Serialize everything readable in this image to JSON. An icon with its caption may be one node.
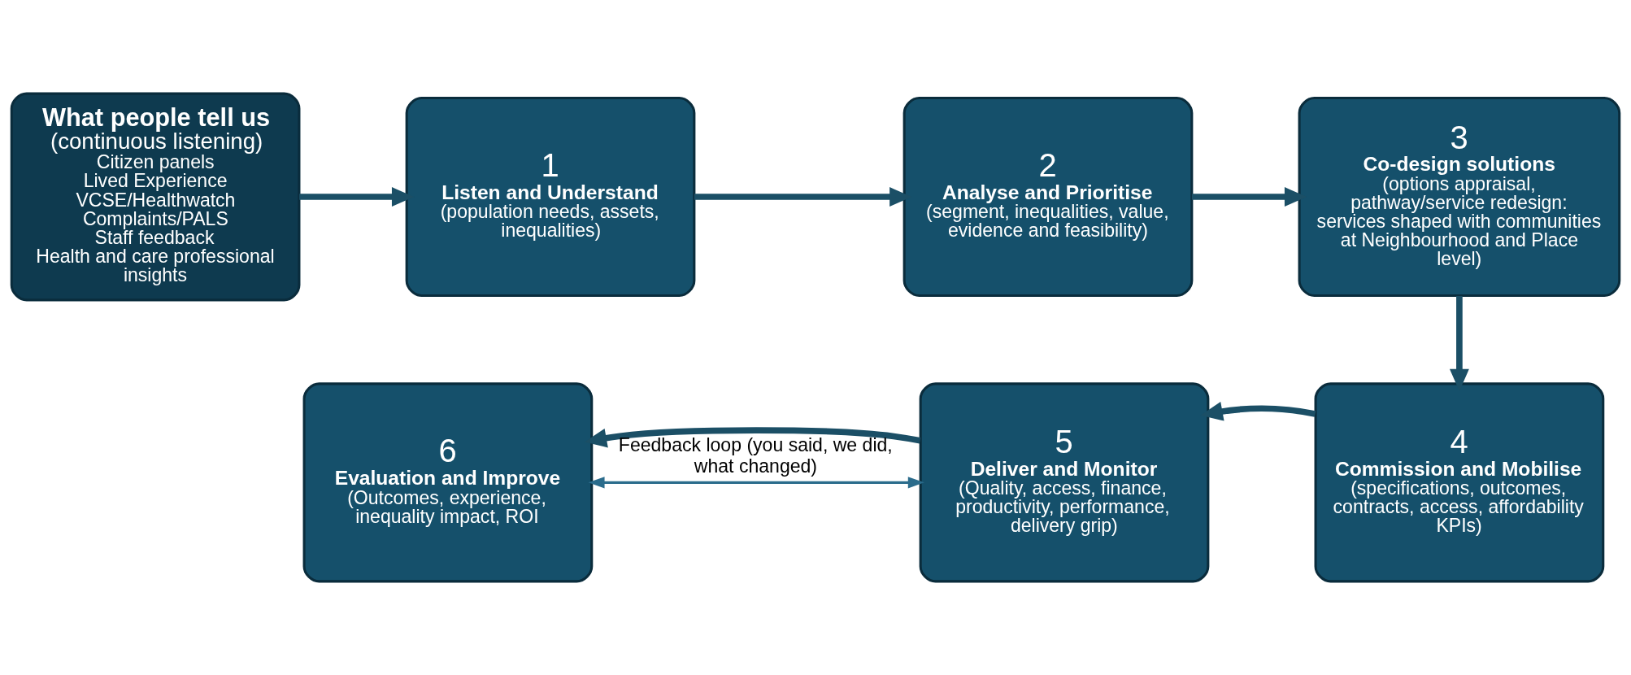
{
  "diagram": {
    "nodes": [
      {
        "text": [
          "What people tell us",
          "(continuous listening)",
          "Citizen panels",
          "Lived Experience",
          "VCSE/Healthwatch",
          "Complaints/PALS",
          "Staff feedback",
          "Health and care professional insights"
        ]
      },
      {
        "text": [
          "1",
          "Listen and Understand",
          "(population needs, assets, inequalities)"
        ]
      },
      {
        "text": [
          "2",
          "Analyse and Prioritise",
          "(segment, inequalities, value, evidence and feasibility)"
        ]
      },
      {
        "text": [
          "3",
          "Co-design solutions",
          "(options appraisal, pathway/service redesign: services shaped with communities at Neighbourhood and Place level)"
        ]
      },
      {
        "text": [
          "4",
          "Commission and Mobilise",
          "(specifications, outcomes, contracts, access, affordability KPIs)"
        ]
      },
      {
        "text": [
          "5",
          "Deliver and Monitor",
          "(Quality, access, finance, productivity, performance, delivery grip)"
        ]
      },
      {
        "text": [
          "6",
          "Evaluation and Improve",
          "(Outcomes, experience, inequality impact, ROI"
        ]
      }
    ],
    "edges": [
      {
        "from": 0,
        "to": 1,
        "arrow": "to"
      },
      {
        "from": 1,
        "to": 2,
        "arrow": "to"
      },
      {
        "from": 2,
        "to": 3,
        "arrow": "to"
      },
      {
        "from": 3,
        "to": 4,
        "arrow": "to"
      },
      {
        "from": 4,
        "to": 5,
        "arrow": "to"
      },
      {
        "from": 5,
        "to": 6,
        "arrow": "to"
      },
      {
        "from": 6,
        "to": 5,
        "arrow": "both",
        "label": "Feedback loop (you said, we did, what changed)",
        "color": "#2b6c8c"
      }
    ]
  }
}
